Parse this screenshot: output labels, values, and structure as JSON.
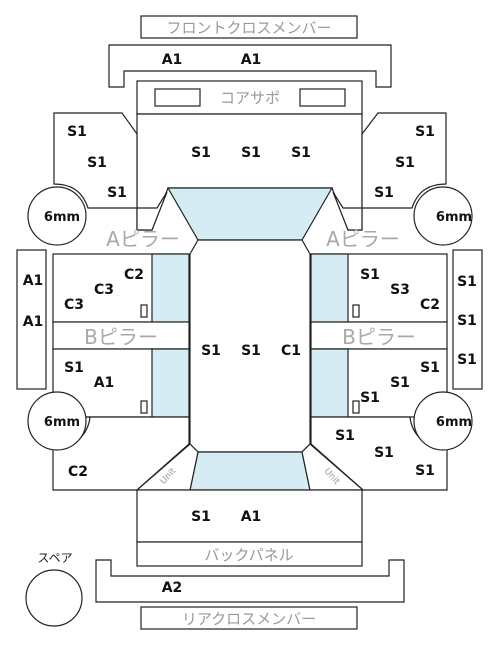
{
  "labels": {
    "front_cross_member": "フロントクロスメンバー",
    "core_support": "コアサポ",
    "a_pillar": "Aピラー",
    "b_pillar": "Bピラー",
    "back_panel": "バックパネル",
    "rear_cross_member": "リアクロスメンバー",
    "spare": "スペア",
    "floor_marker": "6mm",
    "unit": "Unit"
  },
  "codes": {
    "front_member_left": "A1",
    "front_member_right": "A1",
    "core_s1_a": "S1",
    "core_s1_b": "S1",
    "core_s1_c": "S1",
    "front_left_1": "S1",
    "front_left_2": "S1",
    "front_left_3": "S1",
    "front_right_1": "S1",
    "front_right_2": "S1",
    "front_right_3": "S1",
    "left_side_1": "A1",
    "left_side_2": "A1",
    "right_side_1": "S1",
    "right_side_2": "S1",
    "right_side_3": "S1",
    "front_door_left_c2": "C2",
    "front_door_left_c3a": "C3",
    "front_door_left_c3b": "C3",
    "front_door_right_s1": "S1",
    "front_door_right_s3": "S3",
    "front_door_right_c2": "C2",
    "roof_1": "S1",
    "roof_2": "S1",
    "roof_c1": "C1",
    "rear_door_left_s1": "S1",
    "rear_door_left_a1": "A1",
    "rear_door_right_1": "S1",
    "rear_door_right_2": "S1",
    "rear_door_right_3": "S1",
    "rear_left_c2": "C2",
    "rear_right_1": "S1",
    "rear_right_2": "S1",
    "rear_right_3": "S1",
    "trunk_s1": "S1",
    "trunk_a1": "A1",
    "rear_member": "A2"
  }
}
